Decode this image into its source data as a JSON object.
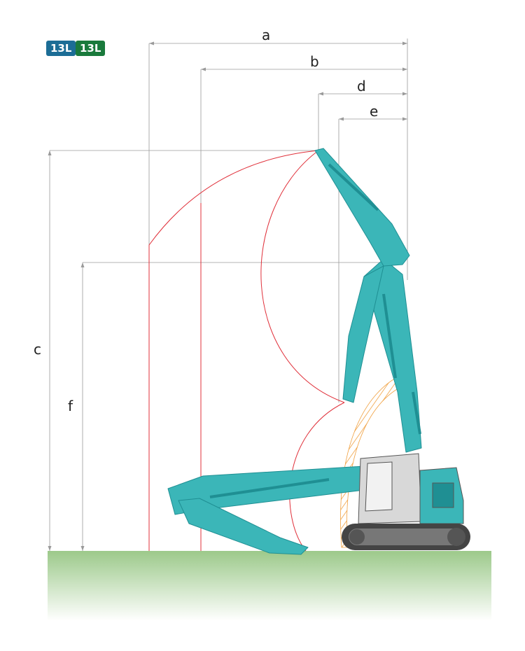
{
  "badges": [
    {
      "label": "13L",
      "color": "#1c6d96"
    },
    {
      "label": "13L",
      "color": "#1a7a3c"
    }
  ],
  "dimensions": {
    "a": "a",
    "b": "b",
    "c": "c",
    "d": "d",
    "e": "e",
    "f": "f"
  },
  "colors": {
    "machine": "#3bb6b8",
    "machine_dark": "#1f8f93",
    "reach_arc": "#e0303a",
    "swing_hatch": "#f0a040",
    "ground_top": "#9cc98a",
    "dim_line": "#9a9a9a",
    "cab": "#d8d8d8",
    "track": "#444444"
  }
}
